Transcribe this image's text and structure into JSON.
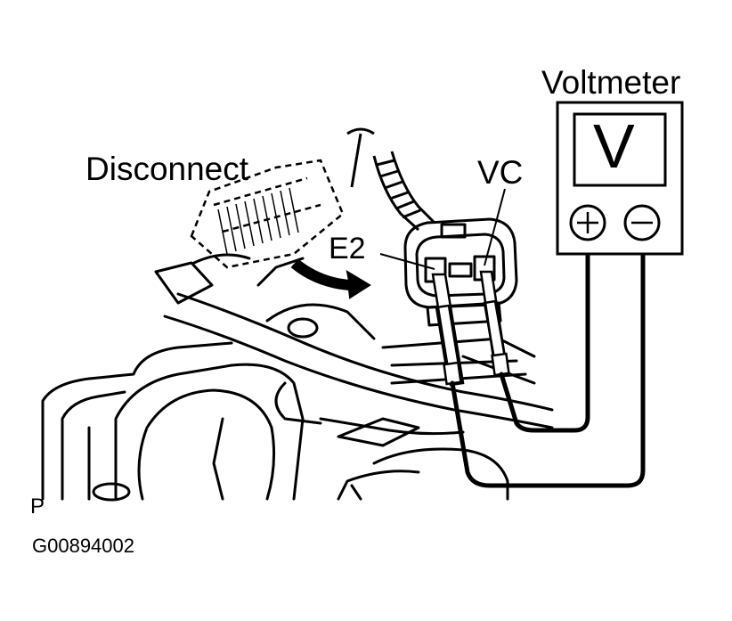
{
  "labels": {
    "voltmeter": "Voltmeter",
    "disconnect": "Disconnect",
    "vc": "VC",
    "e2": "E2",
    "meter_face": "V",
    "corner_mark": "P",
    "figure_code": "G00894002"
  },
  "meter": {
    "positive_symbol": "+",
    "negative_symbol": "−"
  }
}
